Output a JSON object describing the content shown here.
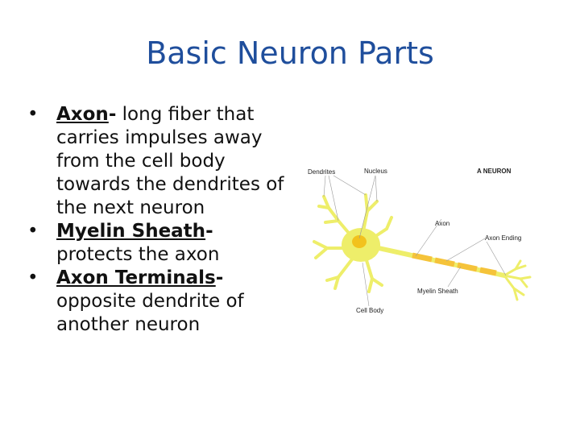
{
  "slide": {
    "title": "Basic Neuron Parts",
    "bullets": [
      {
        "term": "Axon",
        "separator": "-",
        "text": " long fiber that carries impulses away from the cell body towards the dendrites of the next neuron"
      },
      {
        "term": "Myelin Sheath",
        "separator": "-",
        "text": " protects the axon"
      },
      {
        "term": "Axon Terminals",
        "separator": "-",
        "text": " opposite dendrite of another neuron"
      }
    ]
  },
  "diagram": {
    "title": "A NEURON",
    "labels": {
      "dendrites": "Dendrites",
      "nucleus": "Nucleus",
      "axon": "Axon",
      "axon_ending": "Axon Ending",
      "myelin_sheath": "Myelin Sheath",
      "cell_body": "Cell Body"
    },
    "colors": {
      "cell": "#eeee6a",
      "nucleus": "#f2c21d",
      "myelin": "#f5c33a",
      "title_text": "#1f4e9c"
    }
  }
}
